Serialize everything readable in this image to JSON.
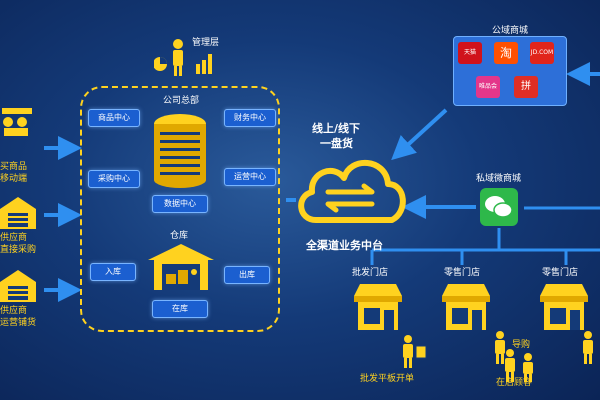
{
  "left": {
    "item1_line1": "买商品",
    "item1_line2": "移动端",
    "item2_line1": "供应商",
    "item2_line2": "直接采购",
    "item3_line1": "供应商",
    "item3_line2": "运营铺货"
  },
  "manager_label": "管理层",
  "hq": {
    "title": "公司总部",
    "product_center": "商品中心",
    "finance_center": "财务中心",
    "purchase_center": "采购中心",
    "operation_center": "运营中心",
    "data_center": "数据中心",
    "warehouse_title": "仓库",
    "inbound": "入库",
    "outbound": "出库",
    "in_stock": "在库"
  },
  "center": {
    "online_offline_line1": "线上/线下",
    "online_offline_line2": "一盘货",
    "platform_title": "全渠道业务中台"
  },
  "mall": {
    "title": "公域商城",
    "tmall": "天猫",
    "taobao": "淘",
    "jd": "JD.COM",
    "vip": "唯品会",
    "pdd": "拼"
  },
  "private_mall": "私域微商城",
  "stores": {
    "wholesale": "批发门店",
    "retail_1": "零售门店",
    "retail_2": "零售门店",
    "tablet_order": "批发平板开单",
    "guide": "导购",
    "in_store_customer": "在店顾客"
  },
  "colors": {
    "accent_yellow": "#ffd21f",
    "arrow_blue": "#2f8ff0",
    "pill_blue": "#1b5fd0",
    "wechat_green": "#2eb84a",
    "tmall_red": "#d0121b",
    "taobao_orange": "#ff5000",
    "jd_red": "#e1251b",
    "vip_pink": "#e4368a"
  }
}
